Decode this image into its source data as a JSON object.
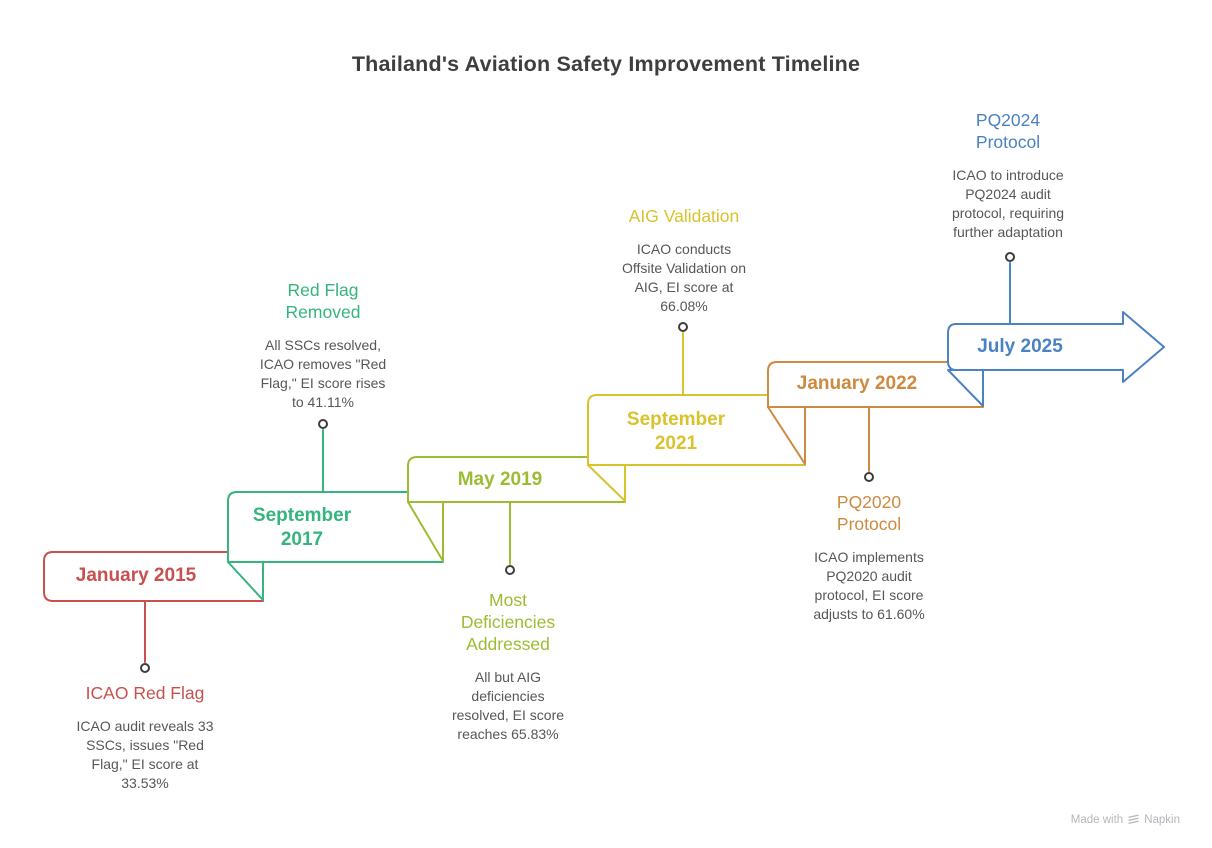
{
  "page": {
    "title": "Thailand's Aviation Safety Improvement Timeline"
  },
  "events": [
    {
      "date": "January 2015",
      "color": "#c8504e",
      "callout_position": "below",
      "title": "ICAO Red Flag",
      "description": "ICAO audit reveals 33\nSSCs, issues \"Red\nFlag,\" EI score at\n33.53%"
    },
    {
      "date": "September\n2017",
      "color": "#35b47e",
      "callout_position": "above",
      "title": "Red Flag\nRemoved",
      "description": "All SSCs resolved,\nICAO removes \"Red\nFlag,\" EI score rises\nto 41.11%"
    },
    {
      "date": "May 2019",
      "color": "#9cbd33",
      "callout_position": "below",
      "title": "Most\nDeficiencies\nAddressed",
      "description": "All but AIG\ndeficiencies\nresolved, EI score\nreaches 65.83%"
    },
    {
      "date": "September\n2021",
      "color": "#d8c32d",
      "callout_position": "above",
      "title": "AIG Validation",
      "description": "ICAO conducts\nOffsite Validation on\nAIG, EI score at\n66.08%"
    },
    {
      "date": "January 2022",
      "color": "#cd8a40",
      "callout_position": "below",
      "title": "PQ2020\nProtocol",
      "description": "ICAO implements\nPQ2020 audit\nprotocol, EI score\nadjusts to 61.60%"
    },
    {
      "date": "July 2025",
      "color": "#4b82c3",
      "callout_position": "above",
      "title": "PQ2024\nProtocol",
      "description": "ICAO to introduce\nPQ2024 audit\nprotocol, requiring\nfurther adaptation"
    }
  ],
  "palette": {
    "step_red": "#c8504e",
    "step_green": "#35b47e",
    "step_olive": "#9cbd33",
    "step_yellow": "#d8c32d",
    "step_orange": "#cd8a40",
    "step_blue": "#4b82c3",
    "title_text": "#3e3e3e",
    "description_text": "#575757",
    "marker_ring": "#3d3d3d",
    "watermark_text": "#b3b7bb"
  },
  "watermark": {
    "text_prefix": "Made with",
    "brand": "Napkin",
    "icon": "napkin-logo-icon"
  }
}
